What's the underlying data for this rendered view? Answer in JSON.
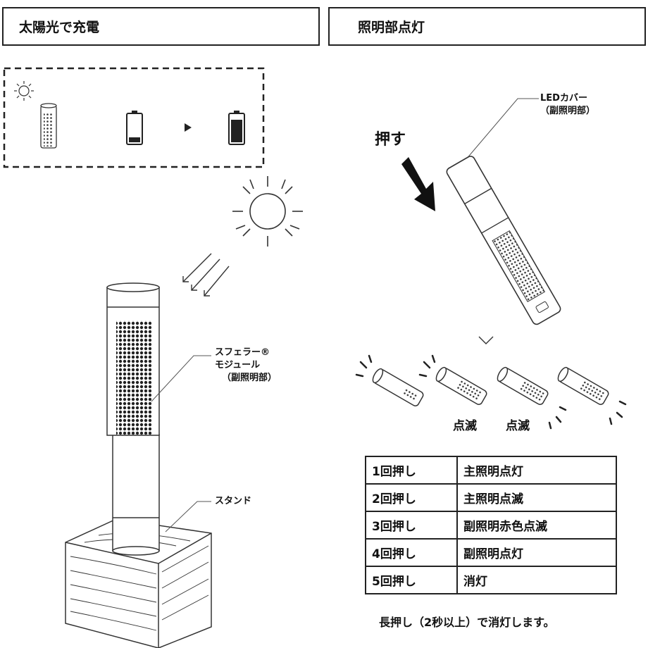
{
  "headers": {
    "left": "太陽光で充電",
    "right": "照明部点灯"
  },
  "labels": {
    "module_line1": "スフェラー®",
    "module_line2": "モジュール",
    "module_line3": "（副照明部）",
    "stand": "スタンド",
    "led_line1": "LEDカバー",
    "led_line2": "（副照明部）",
    "push": "押す",
    "blink_a": "点滅",
    "blink_b": "点滅"
  },
  "modes": [
    {
      "press": "1回押し",
      "action": "主照明点灯"
    },
    {
      "press": "2回押し",
      "action": "主照明点滅"
    },
    {
      "press": "3回押し",
      "action": "副照明赤色点滅"
    },
    {
      "press": "4回押し",
      "action": "副照明点灯"
    },
    {
      "press": "5回押し",
      "action": "消灯"
    }
  ],
  "footnote": "長押し（2秒以上）で消灯します。"
}
